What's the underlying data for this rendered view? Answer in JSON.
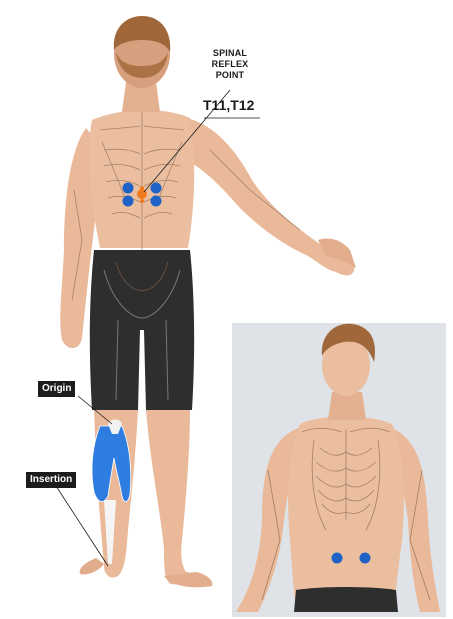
{
  "labels": {
    "spinal_reflex_line1": "SPINAL",
    "spinal_reflex_line2": "REFLEX",
    "spinal_reflex_line3": "POINT",
    "spinal_level": "T11,T12",
    "origin": "Origin",
    "insertion": "Insertion"
  },
  "colors": {
    "skin": "#e9b99a",
    "skin_shadow": "#d89d7c",
    "hair": "#a0683a",
    "shorts": "#2e2e2e",
    "bone_line": "#8a6a52",
    "muscle": "#2f7de0",
    "reflex_point": "#1f62c7",
    "reflex_center": "#f07a20",
    "inset_bg": "#dfe3e8"
  }
}
